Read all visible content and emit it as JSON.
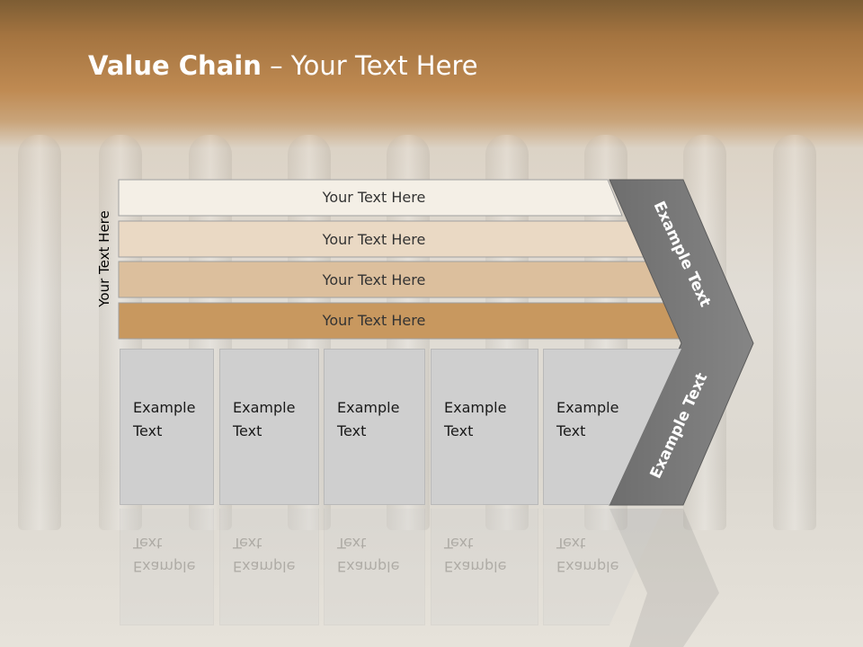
{
  "title": {
    "bold": "Value Chain",
    "rest": " – Your Text Here"
  },
  "side_label": "Your Text Here",
  "bars": [
    {
      "label": "Your Text Here",
      "color": "#f4efe6"
    },
    {
      "label": "Your Text Here",
      "color": "#ead9c4"
    },
    {
      "label": "Your Text Here",
      "color": "#dcbf9d"
    },
    {
      "label": "Your Text Here",
      "color": "#c8985f"
    }
  ],
  "boxes": [
    {
      "line1": "Example",
      "line2": "Text"
    },
    {
      "line1": "Example",
      "line2": "Text"
    },
    {
      "line1": "Example",
      "line2": "Text"
    },
    {
      "line1": "Example",
      "line2": "Text"
    },
    {
      "line1": "Example",
      "line2": "Text"
    }
  ],
  "chevron": {
    "top_label": "Example Text",
    "bottom_label": "Example Text",
    "color": "#7a7a7a"
  }
}
